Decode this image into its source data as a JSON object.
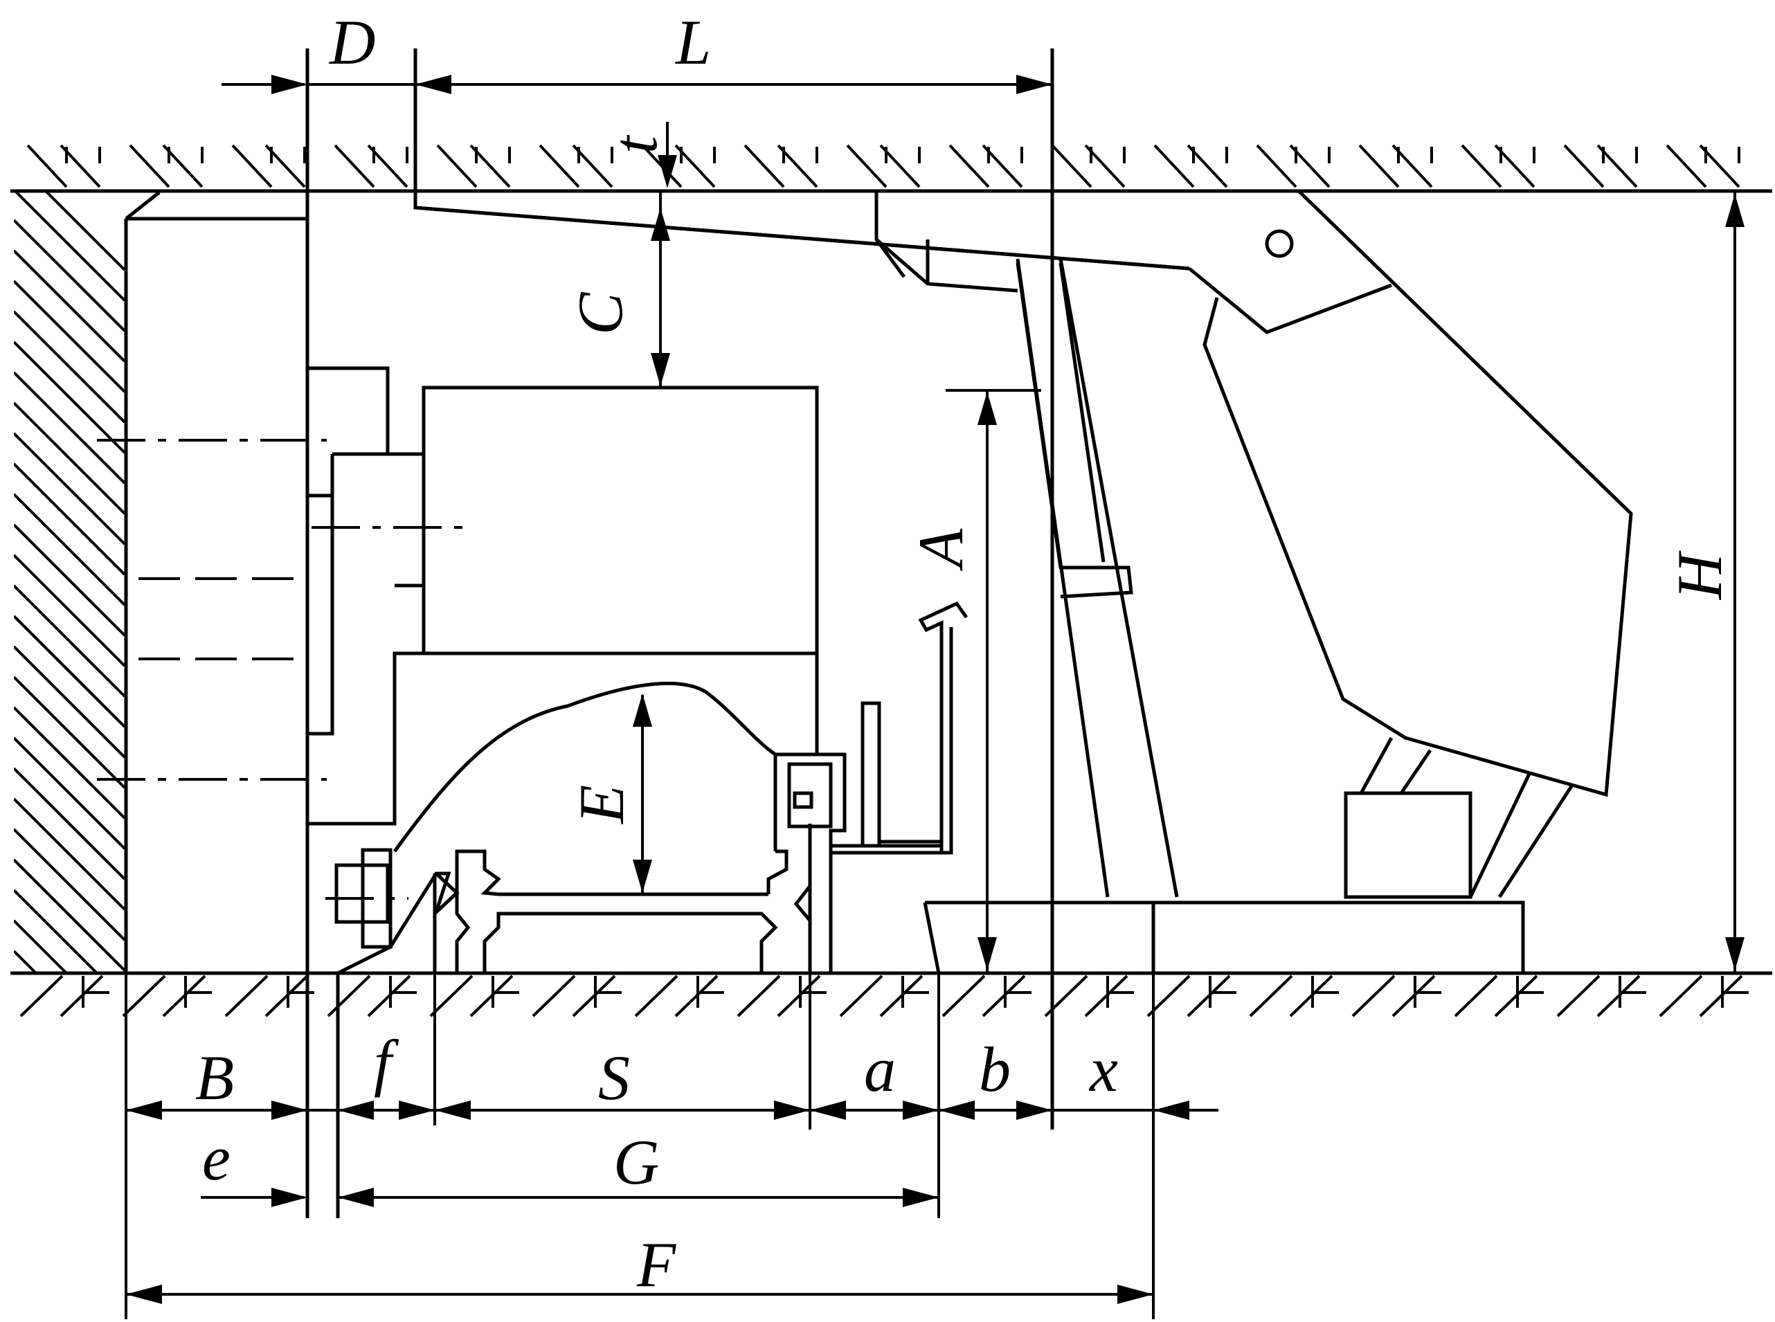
{
  "labels": {
    "D": "D",
    "L": "L",
    "t": "t",
    "C": "C",
    "A": "A",
    "H": "H",
    "E": "E",
    "B": "B",
    "f": "f",
    "S": "S",
    "a": "a",
    "b": "b",
    "x": "x",
    "e": "e",
    "G": "G",
    "F": "F"
  }
}
